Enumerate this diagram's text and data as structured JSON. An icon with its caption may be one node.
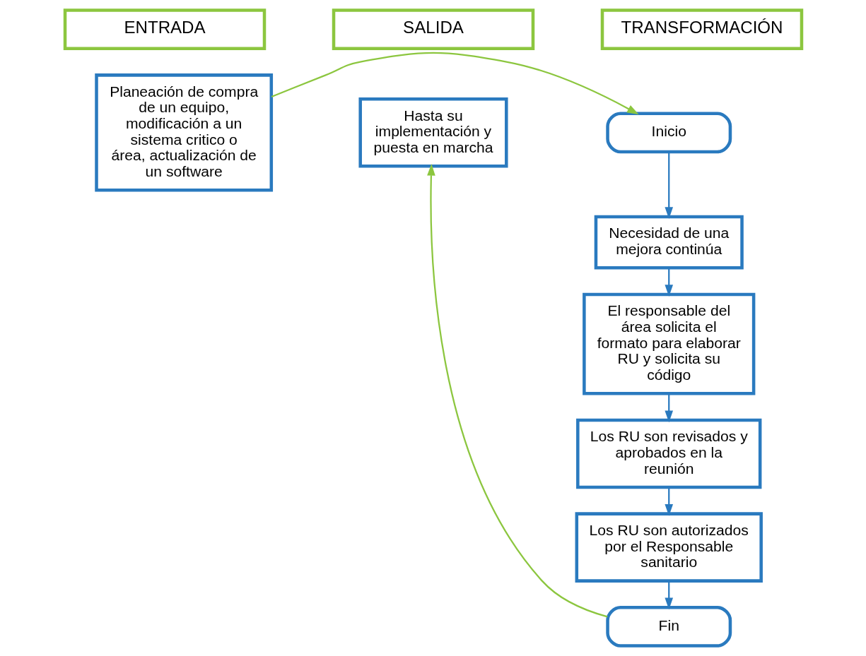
{
  "diagram": {
    "nodes": [
      {
        "text": [
          "ENTRADA"
        ]
      },
      {
        "text": [
          "TRANSFORMACIÓN"
        ]
      },
      {
        "text": [
          "SALIDA"
        ]
      },
      {
        "text": [
          "Planeación de compra de un equipo, modificación a un sistema critico o área, actualización de un software"
        ]
      },
      {
        "text": [
          "Inicio"
        ]
      },
      {
        "text": [
          "Necesidad de una mejora continúa"
        ]
      },
      {
        "text": [
          "El responsable del área solicita el formato para elaborar RU y solicita su código"
        ]
      },
      {
        "text": [
          "Los RU son revisados y aprobados en la reunión"
        ]
      },
      {
        "text": [
          "Los RU son autorizados por el Responsable sanitario"
        ]
      },
      {
        "text": [
          "Fin"
        ]
      },
      {
        "text": [
          "Hasta su implementación y puesta en marcha"
        ]
      }
    ],
    "edges": [
      {
        "from": 3,
        "to": 4,
        "arrow": "to",
        "color": "#8cc63f"
      },
      {
        "from": 4,
        "to": 5,
        "arrow": "to"
      },
      {
        "from": 5,
        "to": 6,
        "arrow": "to"
      },
      {
        "from": 6,
        "to": 7,
        "arrow": "to"
      },
      {
        "from": 7,
        "to": 8,
        "arrow": "to"
      },
      {
        "from": 8,
        "to": 9,
        "arrow": "to"
      },
      {
        "from": 9,
        "to": 10,
        "arrow": "to",
        "color": "#8cc63f"
      }
    ]
  }
}
